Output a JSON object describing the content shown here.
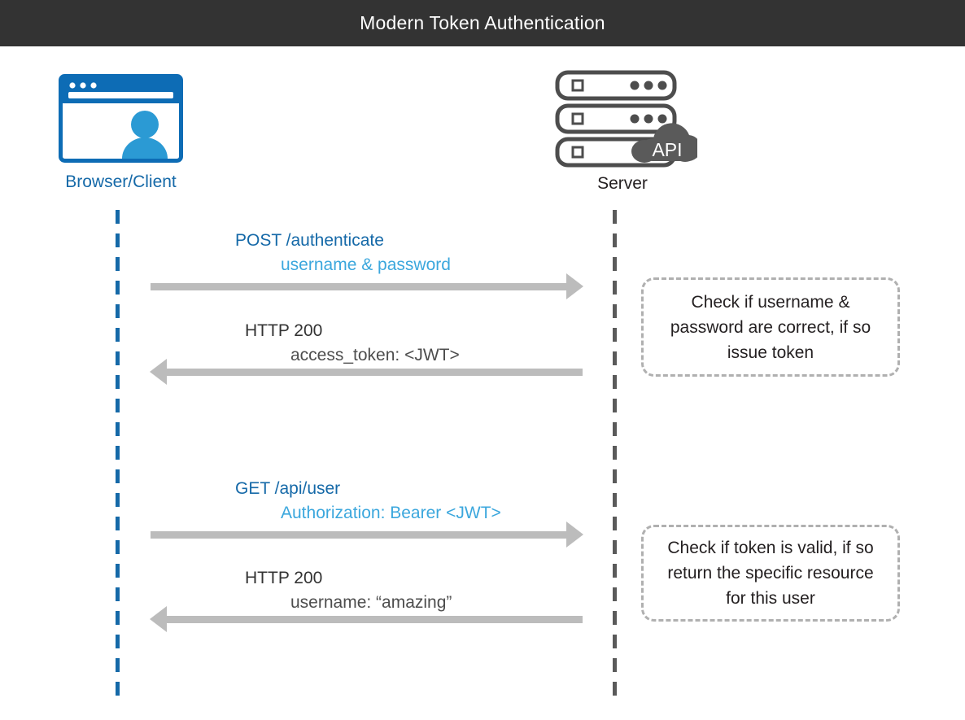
{
  "header": {
    "title": "Modern Token Authentication",
    "background_color": "#333333",
    "text_color": "#ffffff"
  },
  "colors": {
    "accent_blue_dark": "#1569a8",
    "accent_blue_light": "#3ba7dd",
    "arrow_gray": "#bcbcbc",
    "note_border_gray": "#b0b0b0",
    "server_gray": "#5a5a5a",
    "text_dark": "#231f20"
  },
  "actors": [
    {
      "id": "client",
      "label": "Browser/Client",
      "icon": "browser-window-user-icon",
      "label_color": "#1569a8",
      "lifeline_color": "#1569a8"
    },
    {
      "id": "server",
      "label": "Server",
      "icon": "server-rack-icon",
      "badge": "API",
      "label_color": "#231f20",
      "lifeline_color": "#5a5a5a"
    }
  ],
  "messages": [
    {
      "id": "auth-request",
      "direction": "right",
      "line1": "POST /authenticate",
      "line2": "username & password",
      "kind": "request"
    },
    {
      "id": "auth-response",
      "direction": "left",
      "line1": "HTTP 200",
      "line2": "access_token: <JWT>",
      "kind": "response"
    },
    {
      "id": "api-request",
      "direction": "right",
      "line1": "GET /api/user",
      "line2": "Authorization: Bearer <JWT>",
      "kind": "request"
    },
    {
      "id": "api-response",
      "direction": "left",
      "line1": "HTTP 200",
      "line2": "username: “amazing”",
      "kind": "response"
    }
  ],
  "notes": [
    {
      "id": "note-verify-credentials",
      "text": "Check if username & password are correct, if so issue token"
    },
    {
      "id": "note-verify-token",
      "text": "Check if token is valid, if so return the specific resource for this user"
    }
  ]
}
